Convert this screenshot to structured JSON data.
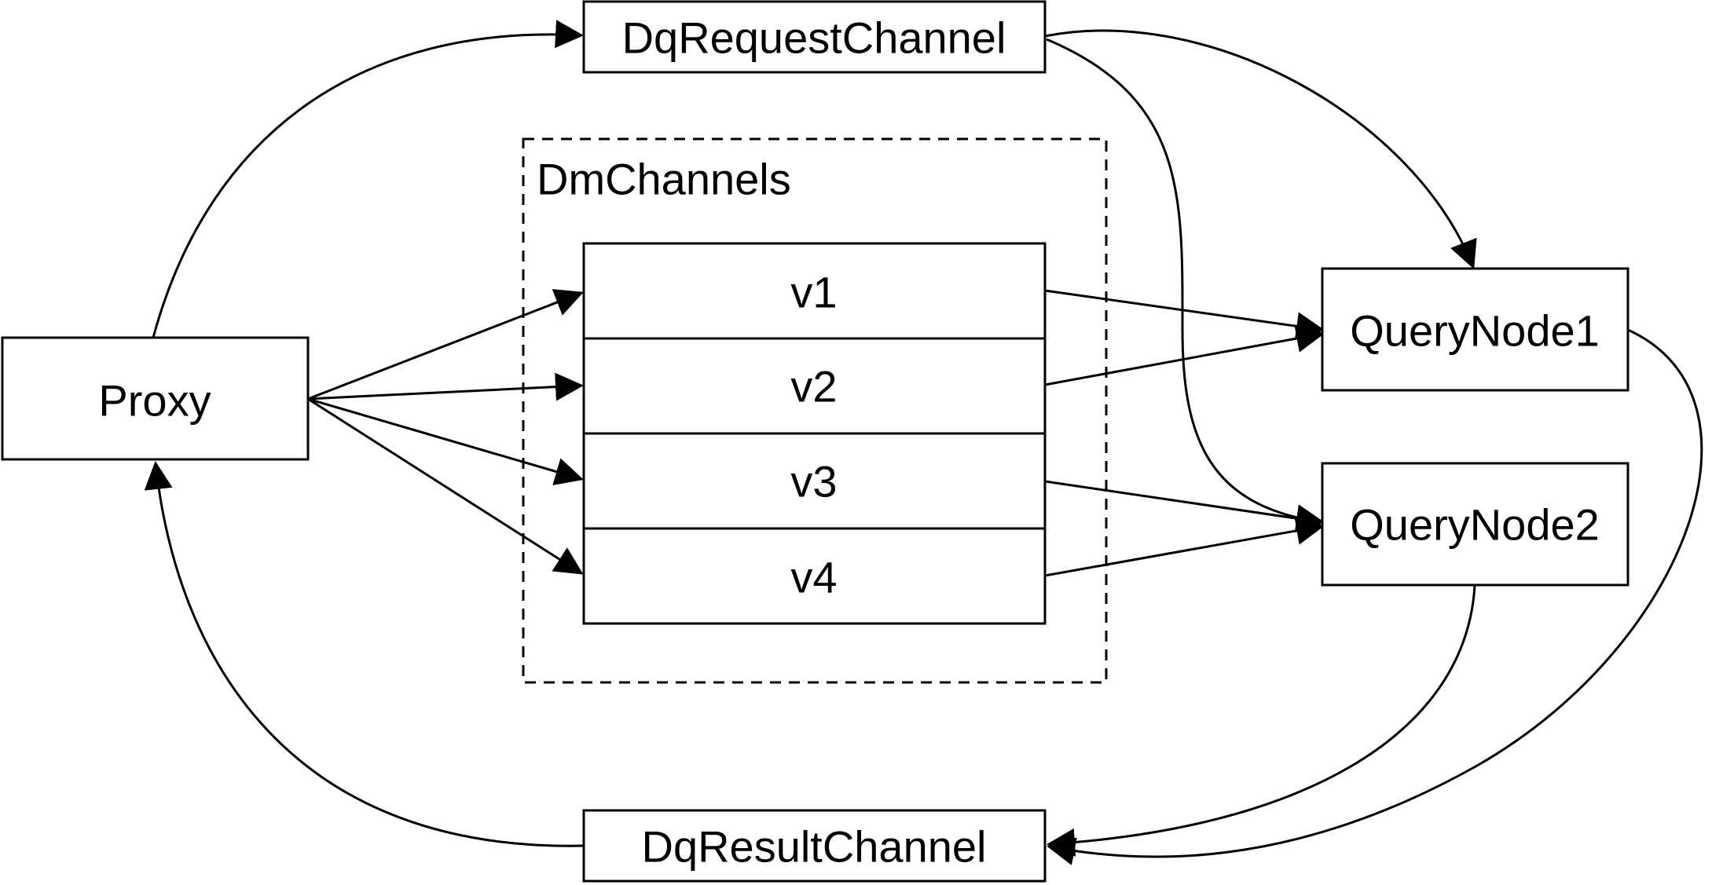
{
  "nodes": {
    "proxy": {
      "label": "Proxy"
    },
    "dq_request_channel": {
      "label": "DqRequestChannel"
    },
    "dq_result_channel": {
      "label": "DqResultChannel"
    },
    "query_node_1": {
      "label": "QueryNode1"
    },
    "query_node_2": {
      "label": "QueryNode2"
    }
  },
  "dm_channels": {
    "title": "DmChannels",
    "items": [
      {
        "label": "v1"
      },
      {
        "label": "v2"
      },
      {
        "label": "v3"
      },
      {
        "label": "v4"
      }
    ]
  },
  "edges": [
    {
      "from": "Proxy",
      "to": "DqRequestChannel"
    },
    {
      "from": "DqRequestChannel",
      "to": "QueryNode1"
    },
    {
      "from": "DqRequestChannel",
      "to": "QueryNode2"
    },
    {
      "from": "Proxy",
      "to": "v1"
    },
    {
      "from": "Proxy",
      "to": "v2"
    },
    {
      "from": "Proxy",
      "to": "v3"
    },
    {
      "from": "Proxy",
      "to": "v4"
    },
    {
      "from": "v1",
      "to": "QueryNode1"
    },
    {
      "from": "v2",
      "to": "QueryNode1"
    },
    {
      "from": "v3",
      "to": "QueryNode2"
    },
    {
      "from": "v4",
      "to": "QueryNode2"
    },
    {
      "from": "QueryNode1",
      "to": "DqResultChannel"
    },
    {
      "from": "QueryNode2",
      "to": "DqResultChannel"
    },
    {
      "from": "DqResultChannel",
      "to": "Proxy"
    }
  ]
}
